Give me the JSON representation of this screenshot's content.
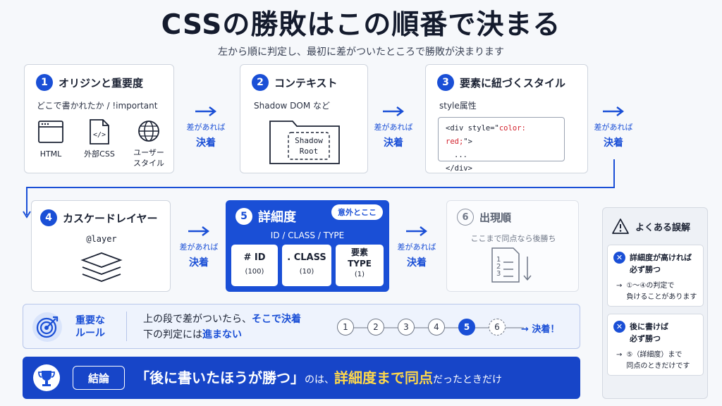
{
  "title": "CSSの勝敗はこの順番で決まる",
  "subtitle": "左から順に判定し、最初に差がついたところで勝敗が決まります",
  "connector": {
    "line1": "差があれば",
    "line2": "決着"
  },
  "step1": {
    "num": "1",
    "title": "オリジンと重要度",
    "desc": "どこで書かれたか / !important",
    "icons": [
      {
        "icon": "browser-window-icon",
        "label": "HTML"
      },
      {
        "icon": "code-file-icon",
        "label": "外部CSS"
      },
      {
        "icon": "globe-icon",
        "label": "ユーザー\nスタイル"
      }
    ]
  },
  "step2": {
    "num": "2",
    "title": "コンテキスト",
    "desc": "Shadow DOM など",
    "folder_label": "Shadow\nRoot"
  },
  "step3": {
    "num": "3",
    "title": "要素に紐づくスタイル",
    "desc": "style属性",
    "code_open": "<div style=\"",
    "code_attr": "color: red;",
    "code_close": "\">",
    "code_dots": "...",
    "code_end": "</div>"
  },
  "step4": {
    "num": "4",
    "title": "カスケードレイヤー",
    "code": "@layer"
  },
  "step5": {
    "num": "5",
    "title": "詳細度",
    "badge": "意外とここ",
    "subtitle": "ID / CLASS / TYPE",
    "boxes": [
      {
        "symbol": "#",
        "label": "ID",
        "value": "(100)"
      },
      {
        "symbol": ".",
        "label": "CLASS",
        "value": "(10)"
      },
      {
        "symbol": "",
        "label": "要素\nTYPE",
        "value": "(1)"
      }
    ]
  },
  "step6": {
    "num": "6",
    "title": "出現順",
    "desc": "ここまで同点なら後勝ち",
    "list_nums": [
      "1",
      "2",
      "3"
    ]
  },
  "rule": {
    "label": "重要な\nルール",
    "line1_a": "上の段で差がついたら、",
    "line1_b": "そこで決着",
    "line2_a": "下の判定には",
    "line2_b": "進まない",
    "flow": [
      "1",
      "2",
      "3",
      "4",
      "5",
      "6"
    ],
    "flow_result": "→ 決着！"
  },
  "conclusion": {
    "label": "結論",
    "part1": "「後に書いたほうが勝つ」",
    "part2": "のは、",
    "part3": "詳細度まで同点",
    "part4": "だったときだけ"
  },
  "misconceptions": {
    "title": "よくある誤解",
    "items": [
      {
        "head": "詳細度が高ければ\n必ず勝つ",
        "arrow": "→",
        "body": "①〜④の判定で\n負けることがあります"
      },
      {
        "head": "後に書けば\n必ず勝つ",
        "arrow": "→",
        "body": "⑤（詳細度）まで\n同点のときだけです"
      }
    ]
  },
  "colors": {
    "accent": "#1a4fd6",
    "dark": "#141b2d",
    "red": "#d3232e"
  }
}
